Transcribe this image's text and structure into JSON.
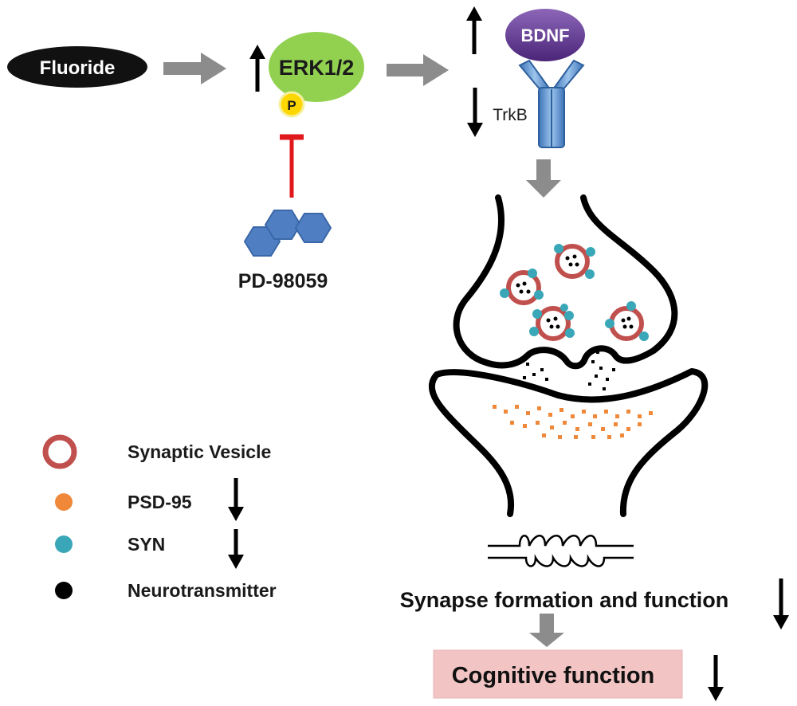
{
  "pathway": {
    "fluoride": "Fluoride",
    "erk": "ERK1/2",
    "phospho": "P",
    "inhibitor": "PD-98059",
    "bdnf": "BDNF",
    "trkb": "TrkB"
  },
  "outcomes": {
    "synapse": "Synapse formation and function",
    "cognitive": "Cognitive function"
  },
  "legend": {
    "vesicle": "Synaptic Vesicle",
    "psd95": "PSD-95",
    "syn": "SYN",
    "neurotransmitter": "Neurotransmitter"
  },
  "colors": {
    "fluoride_fill": "#111111",
    "erk_fill": "#92d050",
    "phospho_fill": "#ffd700",
    "inhibitor_line": "#e0191c",
    "hexagon_fill": "#4f7fc2",
    "bdnf_fill": "#6a3c96",
    "trkb_fill": "#5b9bd5",
    "arrow_gray": "#8c8c8c",
    "vesicle_ring": "#c0504d",
    "psd95_dot": "#f0883a",
    "syn_dot": "#3aa7b8",
    "cognitive_box": "#f2c4c4"
  }
}
